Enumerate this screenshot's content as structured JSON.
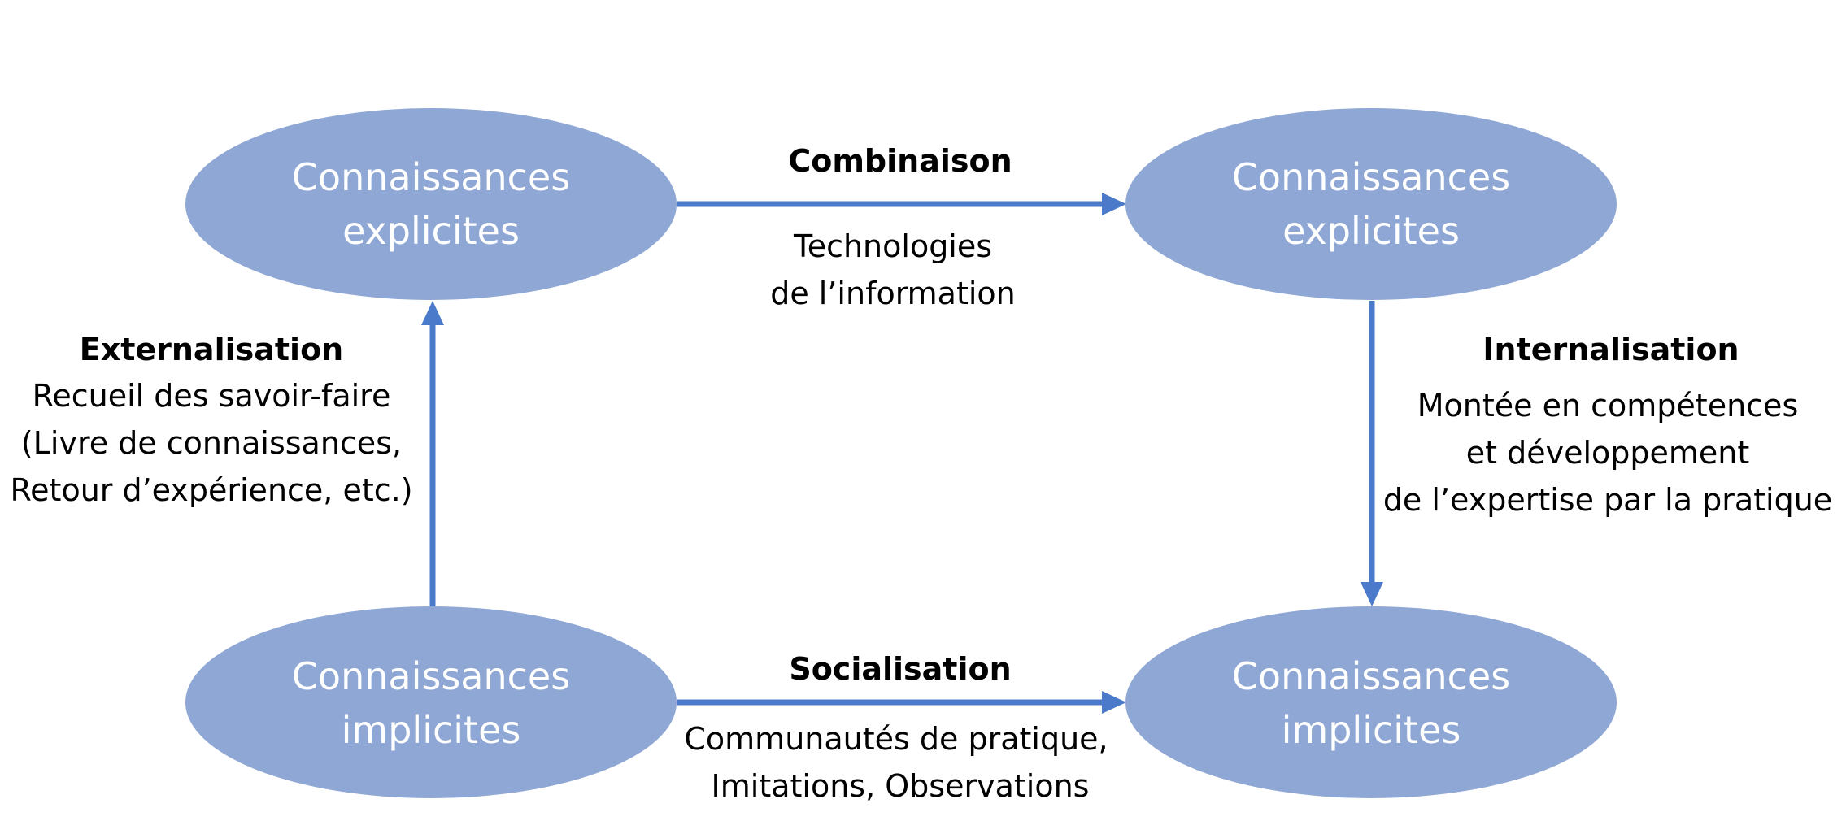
{
  "colors": {
    "ellipse_fill": "#8FA7D4",
    "arrow": "#4A7AC9",
    "node_text": "#FFFFFF",
    "label_text": "#000000"
  },
  "nodes": {
    "top_left": {
      "line1": "Connaissances",
      "line2": "explicites"
    },
    "top_right": {
      "line1": "Connaissances",
      "line2": "explicites"
    },
    "bottom_left": {
      "line1": "Connaissances",
      "line2": "implicites"
    },
    "bottom_right": {
      "line1": "Connaissances",
      "line2": "implicites"
    }
  },
  "edges": {
    "combinaison": {
      "title": "Combinaison",
      "lines": [
        "Technologies",
        "de l’information"
      ]
    },
    "externalisation": {
      "title": "Externalisation",
      "lines": [
        "Recueil des savoir-faire",
        "(Livre de connaissances,",
        "Retour d’expérience, etc.)"
      ]
    },
    "internalisation": {
      "title": "Internalisation",
      "lines": [
        "Montée en compétences",
        "et développement",
        "de l’expertise par la pratique"
      ]
    },
    "socialisation": {
      "title": "Socialisation",
      "lines": [
        "Communautés de pratique,",
        "Imitations, Observations"
      ]
    }
  }
}
